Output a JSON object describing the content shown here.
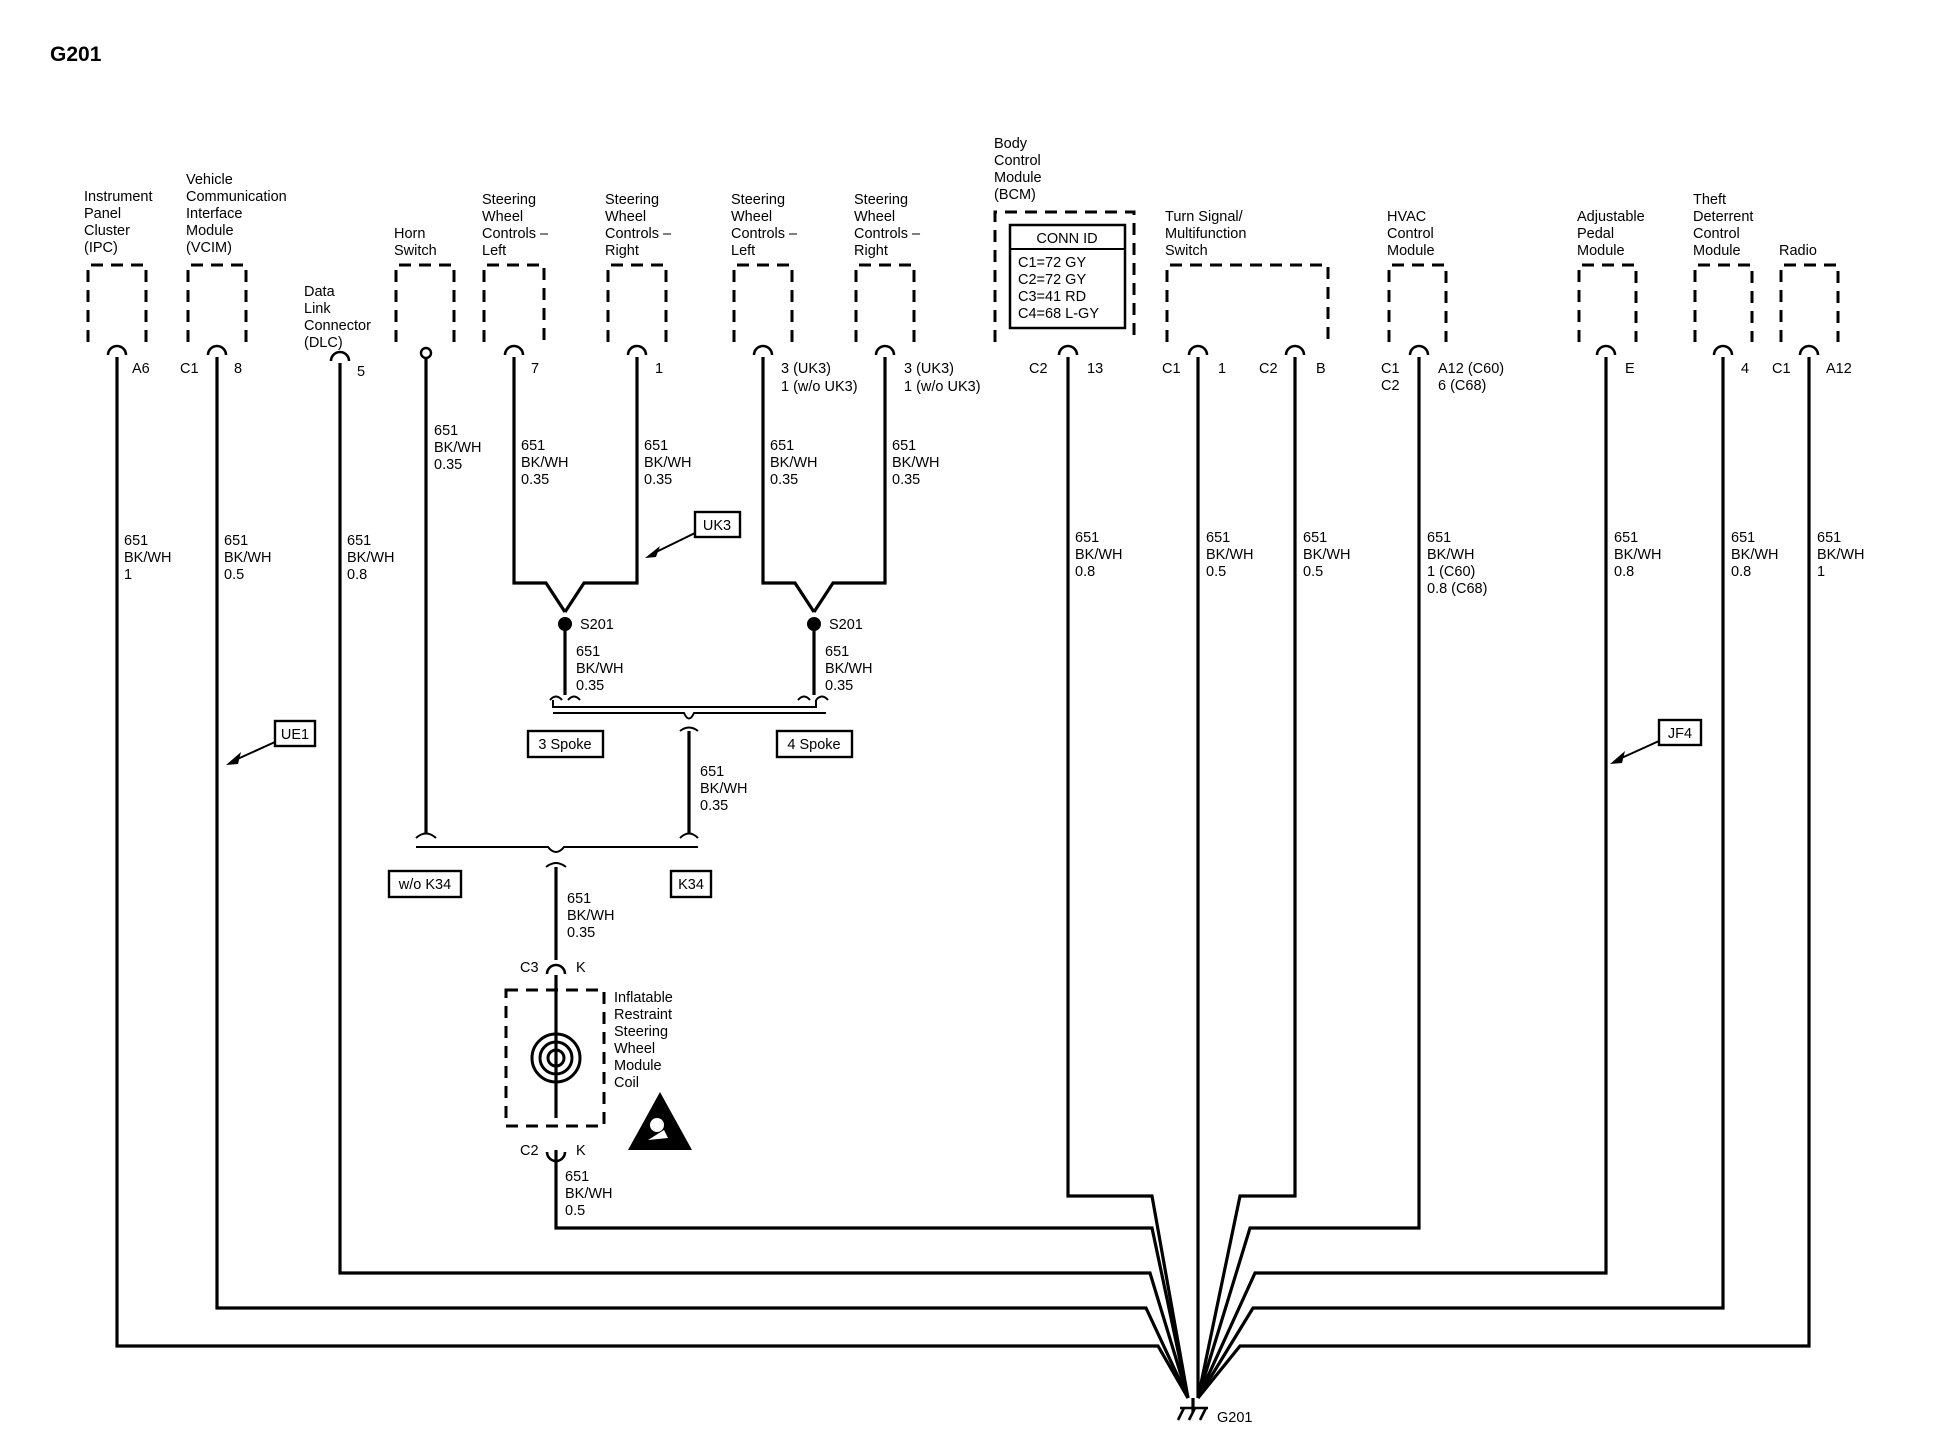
{
  "title": "G201",
  "ground": {
    "label": "G201"
  },
  "wire": {
    "circuit": "651",
    "color": "BK/WH"
  },
  "components": [
    {
      "id": "ipc",
      "name": [
        "Instrument",
        "Panel",
        "Cluster",
        "(IPC)"
      ],
      "conn": "",
      "pin": "A6",
      "wire_size": "1"
    },
    {
      "id": "vcim",
      "name": [
        "Vehicle",
        "Communication",
        "Interface",
        "Module",
        "(VCIM)"
      ],
      "conn": "C1",
      "pin": "8",
      "wire_size": "0.5"
    },
    {
      "id": "dlc",
      "name": [
        "Data",
        "Link",
        "Connector",
        "(DLC)"
      ],
      "conn": "",
      "pin": "5",
      "wire_size": "0.8"
    },
    {
      "id": "horn",
      "name": [
        "Horn",
        "Switch"
      ],
      "conn": "",
      "pin": "",
      "wire_size": "0.35"
    },
    {
      "id": "swcl1",
      "name": [
        "Steering",
        "Wheel",
        "Controls –",
        "Left"
      ],
      "conn": "",
      "pin": "7",
      "wire_size": "0.35"
    },
    {
      "id": "swcr1",
      "name": [
        "Steering",
        "Wheel",
        "Controls –",
        "Right"
      ],
      "conn": "",
      "pin": "1",
      "wire_size": "0.35"
    },
    {
      "id": "swcl2",
      "name": [
        "Steering",
        "Wheel",
        "Controls –",
        "Left"
      ],
      "conn": "",
      "pin": "3 (UK3)",
      "pin2": "1 (w/o UK3)",
      "wire_size": "0.35"
    },
    {
      "id": "swcr2",
      "name": [
        "Steering",
        "Wheel",
        "Controls –",
        "Right"
      ],
      "conn": "",
      "pin": "3 (UK3)",
      "pin2": "1 (w/o UK3)",
      "wire_size": "0.35"
    },
    {
      "id": "bcm",
      "name": [
        "Body",
        "Control",
        "Module",
        "(BCM)"
      ],
      "conn": "C2",
      "pin": "13",
      "wire_size": "0.8",
      "conn_id_title": "CONN ID",
      "conn_id": [
        "C1=72 GY",
        "C2=72 GY",
        "C3=41 RD",
        "C4=68 L-GY"
      ]
    },
    {
      "id": "turn",
      "name": [
        "Turn Signal/",
        "Multifunction",
        "Switch"
      ],
      "conn": "C1",
      "pin": "1",
      "conn2": "C2",
      "pin2": "B",
      "wire_size": "0.5",
      "wire_size2": "0.5"
    },
    {
      "id": "hvac",
      "name": [
        "HVAC",
        "Control",
        "Module"
      ],
      "conn": "C1",
      "conn2": "C2",
      "pin": "A12 (C60)",
      "pin2": "6 (C68)",
      "wire_size": "1 (C60)",
      "wire_size2": "0.8 (C68)"
    },
    {
      "id": "pedal",
      "name": [
        "Adjustable",
        "Pedal",
        "Module"
      ],
      "conn": "",
      "pin": "E",
      "wire_size": "0.8"
    },
    {
      "id": "theft",
      "name": [
        "Theft",
        "Deterrent",
        "Control",
        "Module"
      ],
      "conn": "",
      "pin": "4",
      "wire_size": "0.8"
    },
    {
      "id": "radio",
      "name": [
        "Radio"
      ],
      "conn": "C1",
      "pin": "A12",
      "wire_size": "1"
    }
  ],
  "splices": [
    "S201",
    "S201"
  ],
  "splice_wire_size": "0.35",
  "options": {
    "uk3": "UK3",
    "ue1": "UE1",
    "jf4": "JF4",
    "spoke3": "3 Spoke",
    "spoke4": "4 Spoke",
    "wo_k34": "w/o K34",
    "k34": "K34"
  },
  "coil": {
    "name": [
      "Inflatable",
      "Restraint",
      "Steering",
      "Wheel",
      "Module",
      "Coil"
    ],
    "top_conn": "C3",
    "top_pin": "K",
    "bottom_conn": "C2",
    "bottom_pin": "K",
    "feed_size": "0.35",
    "out_size": "0.5",
    "mid_size": "0.35"
  }
}
